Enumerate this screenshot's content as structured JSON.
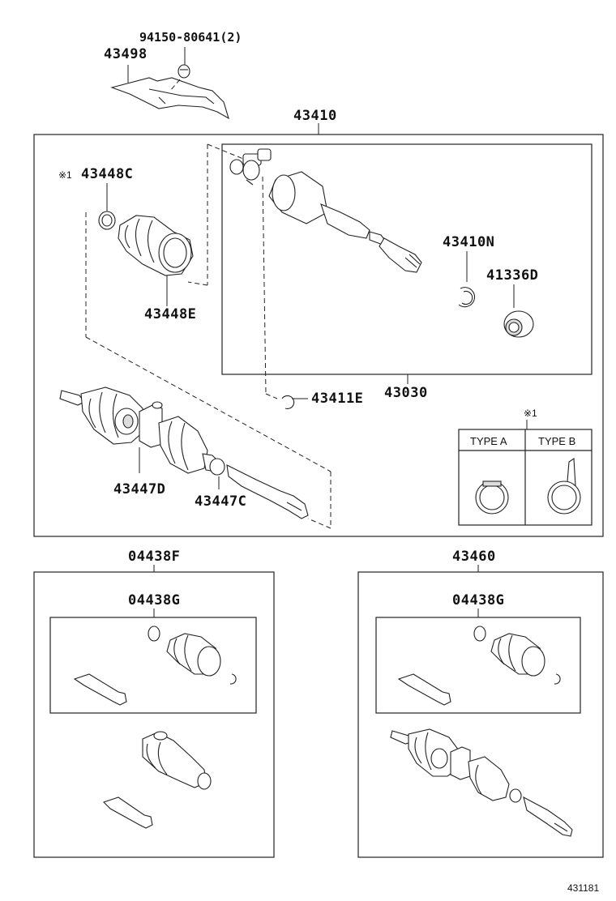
{
  "labels": {
    "bolt_part": "94150-80641(2)",
    "cover_part": "43498",
    "shaft_assy": "43410",
    "boot_clamp_1": "43448C",
    "boot_note_mark": "※1",
    "inboard_boot": "43448E",
    "snap_ring": "43410N",
    "dust_seal": "41336D",
    "inner_joint": "43030",
    "clip": "43411E",
    "outboard_boot": "43447D",
    "outboard_clamp": "43447C",
    "kit_left": "04438F",
    "kit_left_inner": "04438G",
    "kit_right": "43460",
    "kit_right_inner": "04438G",
    "type_table_mark": "※1",
    "type_a": "TYPE A",
    "type_b": "TYPE B",
    "ref_number": "431181"
  }
}
